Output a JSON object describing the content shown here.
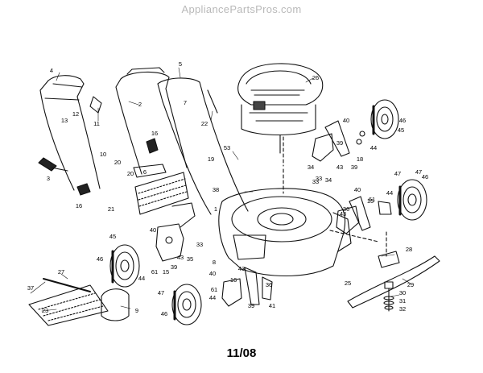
{
  "watermark": "AppliancePartsPros.com",
  "footer_code": "11/08",
  "callouts": [
    "1",
    "2",
    "3",
    "4",
    "5",
    "6",
    "7",
    "8",
    "9",
    "10",
    "11",
    "12",
    "13",
    "15",
    "16",
    "18",
    "19",
    "20",
    "21",
    "22",
    "23",
    "25",
    "26",
    "27",
    "28",
    "29",
    "30",
    "31",
    "32",
    "33",
    "34",
    "35",
    "36",
    "37",
    "38",
    "39",
    "40",
    "41",
    "43",
    "44",
    "45",
    "46",
    "47",
    "53",
    "61"
  ]
}
